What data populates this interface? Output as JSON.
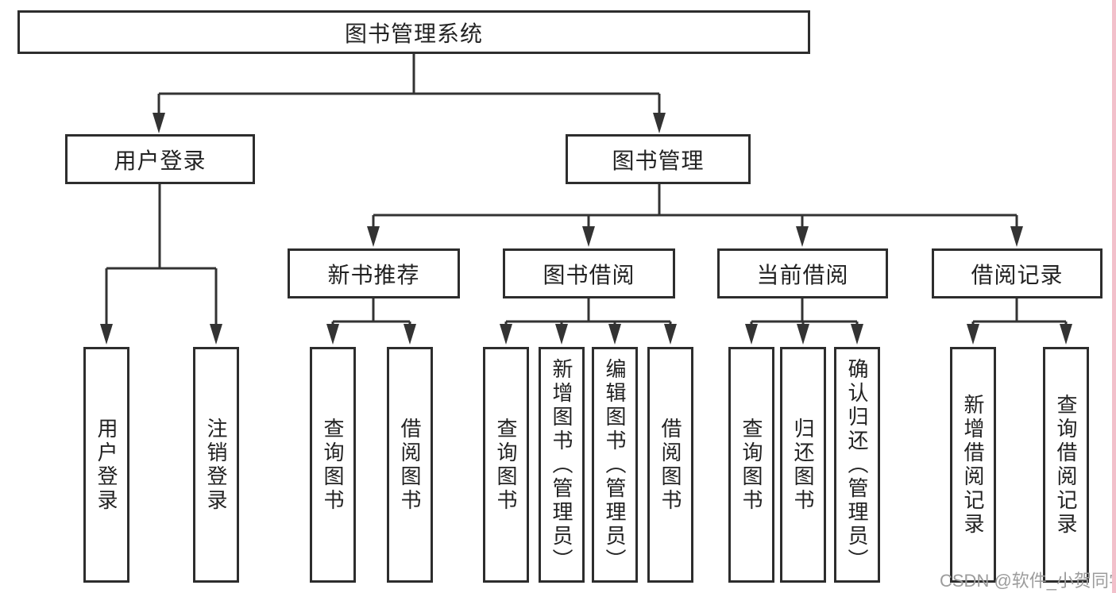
{
  "diagram": {
    "title": "图书管理系统",
    "level2": [
      {
        "id": "user-login",
        "label": "用户登录"
      },
      {
        "id": "book-management",
        "label": "图书管理"
      }
    ],
    "level3": [
      {
        "id": "new-book-recommend",
        "label": "新书推荐"
      },
      {
        "id": "book-borrow",
        "label": "图书借阅"
      },
      {
        "id": "current-borrow",
        "label": "当前借阅"
      },
      {
        "id": "borrow-records",
        "label": "借阅记录"
      }
    ],
    "leaves": {
      "user_login": [
        "用户登录",
        "注销登录"
      ],
      "new_book": [
        "查询图书",
        "借阅图书"
      ],
      "book_borrow": [
        "查询图书",
        "新增图书（管理员）",
        "编辑图书（管理员）",
        "借阅图书"
      ],
      "current_borrow": [
        "查询图书",
        "归还图书",
        "确认归还（管理员）"
      ],
      "borrow_record": [
        "新增借阅记录",
        "查询借阅记录"
      ]
    }
  },
  "watermark": {
    "text": "CSDN @软件_小贺同学",
    "color": "#9c9c9c"
  },
  "colors": {
    "line": "#333333",
    "box_border": "#2d2d2d",
    "background": "#ffffff",
    "text": "#222222",
    "accent_strip": "#f2c0cb"
  }
}
